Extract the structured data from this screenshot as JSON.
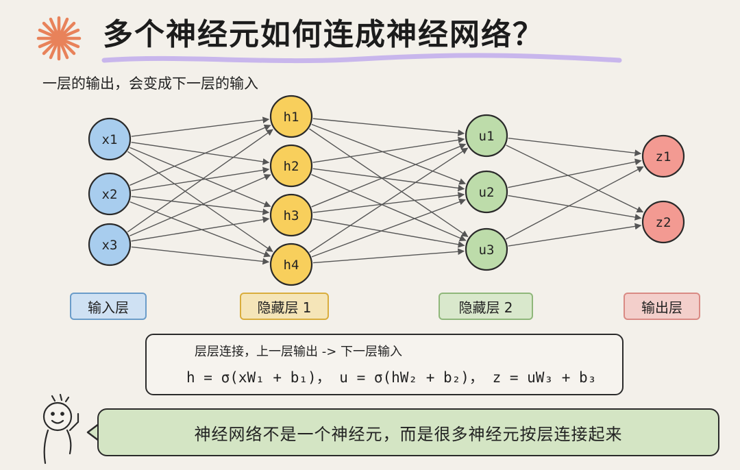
{
  "title": "多个神经元如何连成神经网络？",
  "subtitle": "一层的输出，会变成下一层的输入",
  "layers": [
    {
      "name": "输入层",
      "nodes": [
        "x1",
        "x2",
        "x3"
      ],
      "fill": "#a8cdee",
      "label_bg": "#cfe1f3",
      "stroke": "#6a9cc9"
    },
    {
      "name": "隐藏层 1",
      "nodes": [
        "h1",
        "h2",
        "h3",
        "h4"
      ],
      "fill": "#f8cf5c",
      "label_bg": "#f5e5b8",
      "stroke": "#d9ad3d"
    },
    {
      "name": "隐藏层 2",
      "nodes": [
        "u1",
        "u2",
        "u3"
      ],
      "fill": "#bddcaa",
      "label_bg": "#d9e8cc",
      "stroke": "#8fb77a"
    },
    {
      "name": "输出层",
      "nodes": [
        "z1",
        "z2"
      ],
      "fill": "#f39a92",
      "label_bg": "#f3cfcb",
      "stroke": "#d98a84"
    }
  ],
  "formula_box": {
    "caption": "层层连接，上一层输出 -> 下一层输入",
    "formula": "h = σ(xW₁ + b₁)，  u = σ(hW₂ + b₂)，  z = uW₃ + b₃"
  },
  "callout": "神经网络不是一个神经元，而是很多神经元按层连接起来",
  "colors": {
    "accent_burst": "#e8825a",
    "title_underline": "#c8b6ec",
    "edge": "#555555",
    "node_stroke": "#2a2a2a"
  }
}
